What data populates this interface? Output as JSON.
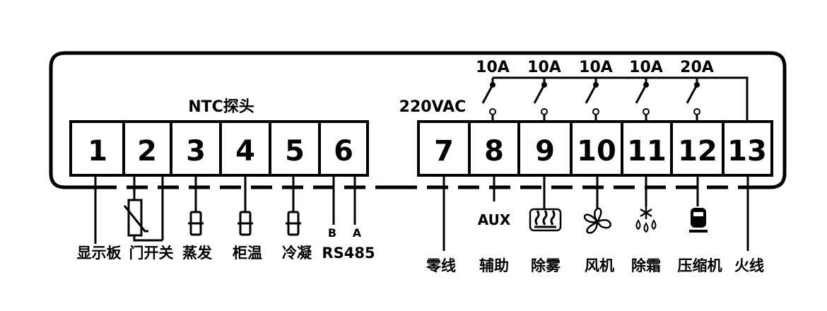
{
  "group_labels": {
    "ntc": "NTC探头",
    "power": "220VAC"
  },
  "terminals": [
    {
      "number": "1",
      "label": "显示板"
    },
    {
      "number": "2",
      "label": "门开关"
    },
    {
      "number": "3",
      "label": "蒸发"
    },
    {
      "number": "4",
      "label": "柜温"
    },
    {
      "number": "5",
      "label": "冷凝"
    },
    {
      "number": "6",
      "label": "RS485",
      "sublabels": [
        "B",
        "A"
      ]
    },
    {
      "number": "7",
      "label": "零线"
    },
    {
      "number": "8",
      "label": "辅助",
      "rating": "10A",
      "icon_text": "AUX"
    },
    {
      "number": "9",
      "label": "除雾",
      "rating": "10A"
    },
    {
      "number": "10",
      "label": "风机",
      "rating": "10A"
    },
    {
      "number": "11",
      "label": "除霜",
      "rating": "10A"
    },
    {
      "number": "12",
      "label": "压缩机",
      "rating": "20A"
    },
    {
      "number": "13",
      "label": "火线"
    }
  ],
  "icons": {
    "t1": "wire-lead",
    "t2": "thermistor-symbol",
    "t3": "sensor-probe-icon",
    "t4": "sensor-probe-icon",
    "t5": "sensor-probe-icon",
    "t9": "heater-icon",
    "t10": "fan-icon",
    "t11": "snowflake-defrost-icon",
    "t12": "compressor-icon"
  }
}
